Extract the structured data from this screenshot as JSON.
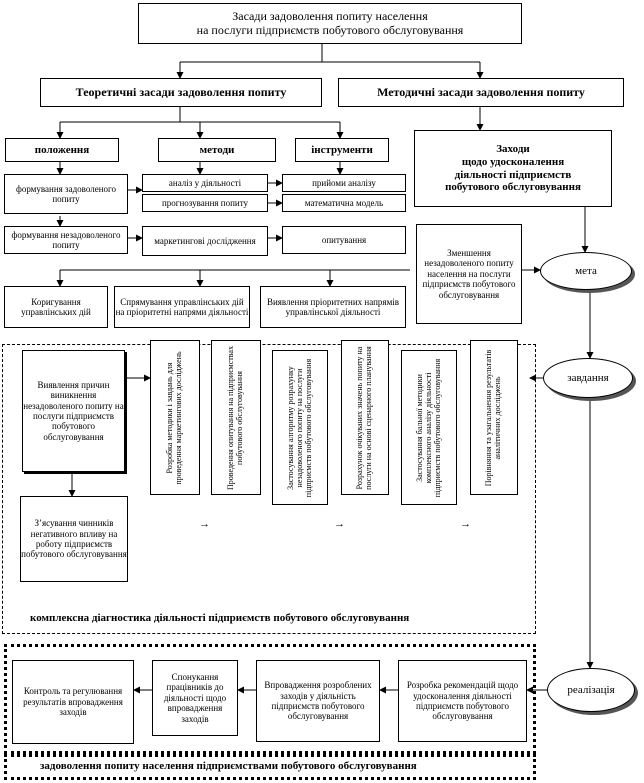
{
  "title": "Засади задоволення попиту населення\nна послуги підприємств побутового обслуговування",
  "theory": "Теоретичні засади задоволення попиту",
  "method": "Методичні засади задоволення попиту",
  "cols": {
    "polozhennia": "положення",
    "metody": "методи",
    "instrumenty": "інструменти"
  },
  "measures": "Заходи\nщодо удосконалення\nдіяльності підприємств\nпобутового обслуговування",
  "c1": [
    "формування задоволеного попиту",
    "формування незадоволеного попиту"
  ],
  "c2": [
    "аналіз у діяльності",
    "прогнозування попиту",
    "маркетингові дослідження"
  ],
  "c3": [
    "прийоми аналізу",
    "математична модель",
    "опитування"
  ],
  "decrease": "Зменшення незадоволеного попиту населення на послуги підприємств побутового обслуговування",
  "meta": "мета",
  "zavd": "завдання",
  "realiz": "реалізація",
  "r3": [
    "Коригування управлінських дій",
    "Спрямування управлінських дій на пріоритетні напрями діяльності",
    "Виявлення пріоритетних напрямів управлінської діяльності"
  ],
  "left1": "Виявлення причин виникнення незадоволеного попиту на послуги підприємств побутового обслуговування",
  "left2": "З’ясування чинників негативного впливу на роботу підприємств побутового обслуговування",
  "v": [
    "Розробка методики і завдань для проведення маркетингових досліджень",
    "Проведення опитування на підприємствах побутового обслуговування",
    "Застосування алгоритму розрахунку незадоволеного попиту на послуги підприємств побутового обслуговування",
    "Розрахунок очікуваних значень попиту на послуги на основі сценарного планування",
    "Застосування бальної методики комплексного аналізу діяльності підприємств побутового обслуговування",
    "Порівняння та узагальнення результатів аналітичних досліджень"
  ],
  "diag": "комплексна діагностика діяльності підприємств побутового обслуговування",
  "bot": [
    "Контроль та регулювання результатів впровадження заходів",
    "Спонукання працівників до діяльності щодо впровадження заходів",
    "Впровадження розроблених заходів у діяльність підприємств побутового обслуговування",
    "Розробка рекомендацій щодо удосконалення діяльності підприємств побутового обслуговування"
  ],
  "final": "задоволення попиту населення підприємствами побутового обслуговування"
}
